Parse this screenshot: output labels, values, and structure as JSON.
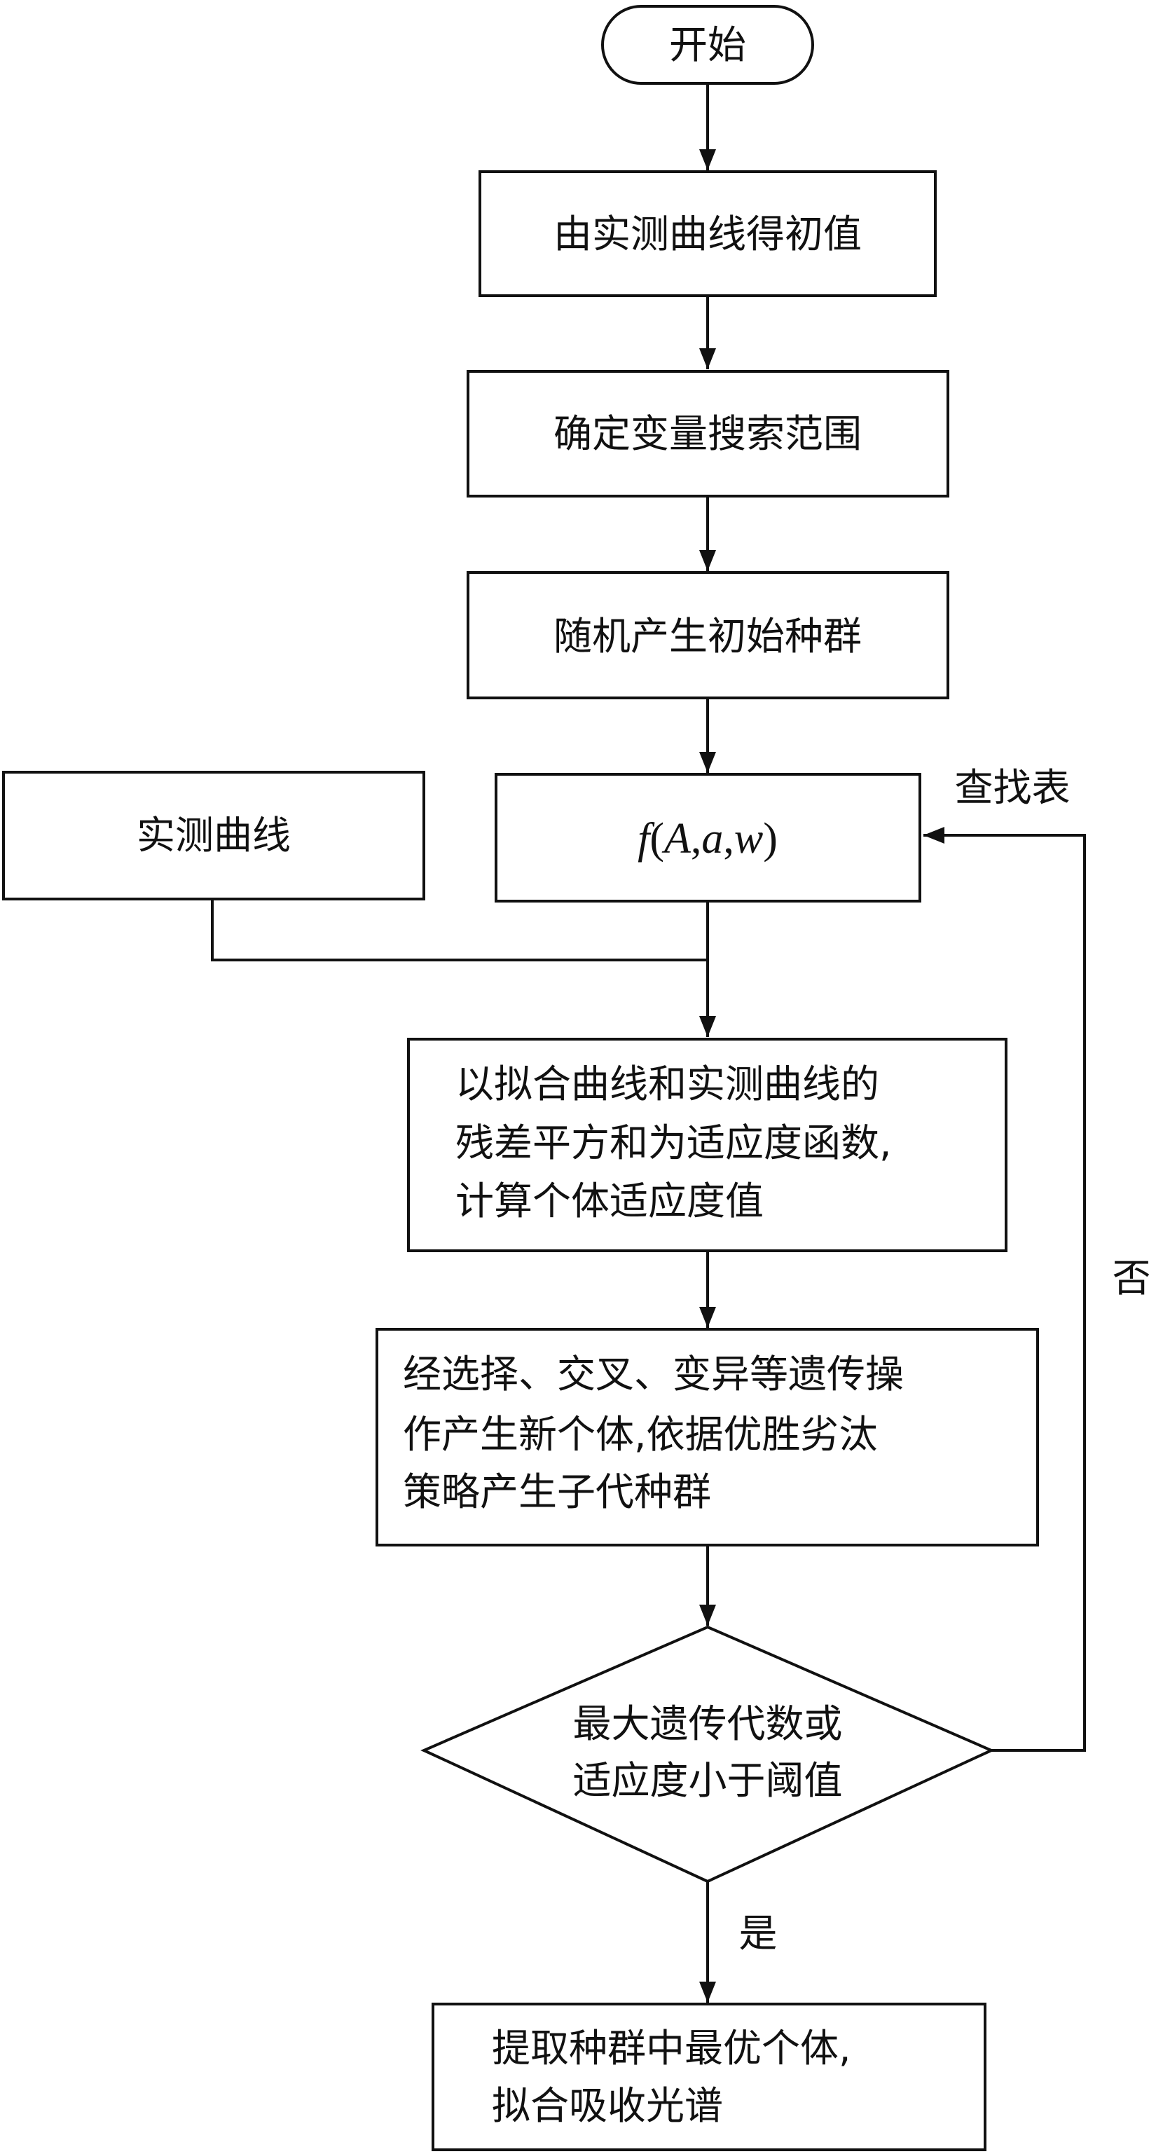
{
  "flowchart": {
    "start": "开始",
    "step_initial_values": "由实测曲线得初值",
    "step_search_range": "确定变量搜索范围",
    "step_random_population": "随机产生初始种群",
    "function_node": {
      "f": "f",
      "open": "(",
      "A": "A",
      "comma1": ",",
      "a": "a",
      "comma2": ",",
      "w": "w",
      "close": ")"
    },
    "lookup_table_label": "查找表",
    "measured_curve": "实测曲线",
    "step_fitness": {
      "line1": "以拟合曲线和实测曲线的",
      "line2": "残差平方和为适应度函数,",
      "line3": "计算个体适应度值"
    },
    "step_genetic_ops": {
      "line1": "经选择、交叉、变异等遗传操",
      "line2": "作产生新个体,依据优胜劣汰",
      "line3": "策略产生子代种群"
    },
    "decision": {
      "line1": "最大遗传代数或",
      "line2": "适应度小于阈值"
    },
    "no_label": "否",
    "yes_label": "是",
    "step_result": {
      "line1": "提取种群中最优个体,",
      "line2": "拟合吸收光谱"
    }
  }
}
